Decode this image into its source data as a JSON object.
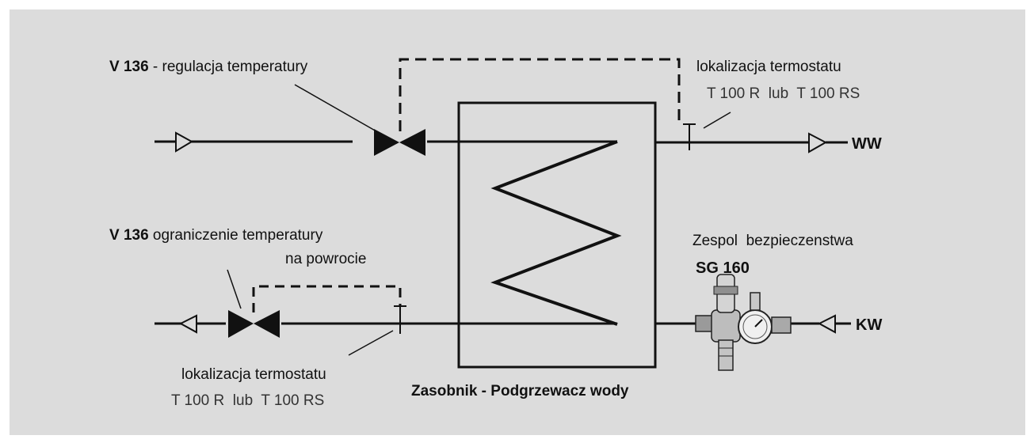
{
  "colors": {
    "background": "#dcdcdc",
    "ink": "#111111"
  },
  "labels": {
    "top_valve_code": "V 136",
    "top_valve_desc": " - regulacja temperatury",
    "top_thermo_line1": "lokalizacja termostatu",
    "top_thermo_line2": "T 100 R  lub  T 100 RS",
    "ww": "WW",
    "bottom_valve_code": "V 136",
    "bottom_valve_desc": " ograniczenie temperatury",
    "bottom_valve_desc2": "na powrocie",
    "safety_group_line1": "Zespol  bezpieczenstwa",
    "safety_group_code": "SG 160",
    "kw": "KW",
    "bottom_thermo_line1": "lokalizacja termostatu",
    "bottom_thermo_line2": "T 100 R  lub  T 100 RS",
    "tank_caption": "Zasobnik - Podgrzewacz wody"
  },
  "icons": {
    "inlet_arrow": "hollow-triangle-right-icon",
    "outlet_arrow": "hollow-triangle-left-icon",
    "valve": "bowtie-valve-icon",
    "thermostat": "t-sensor-icon",
    "safety_group": "safety-valve-assembly-icon"
  }
}
